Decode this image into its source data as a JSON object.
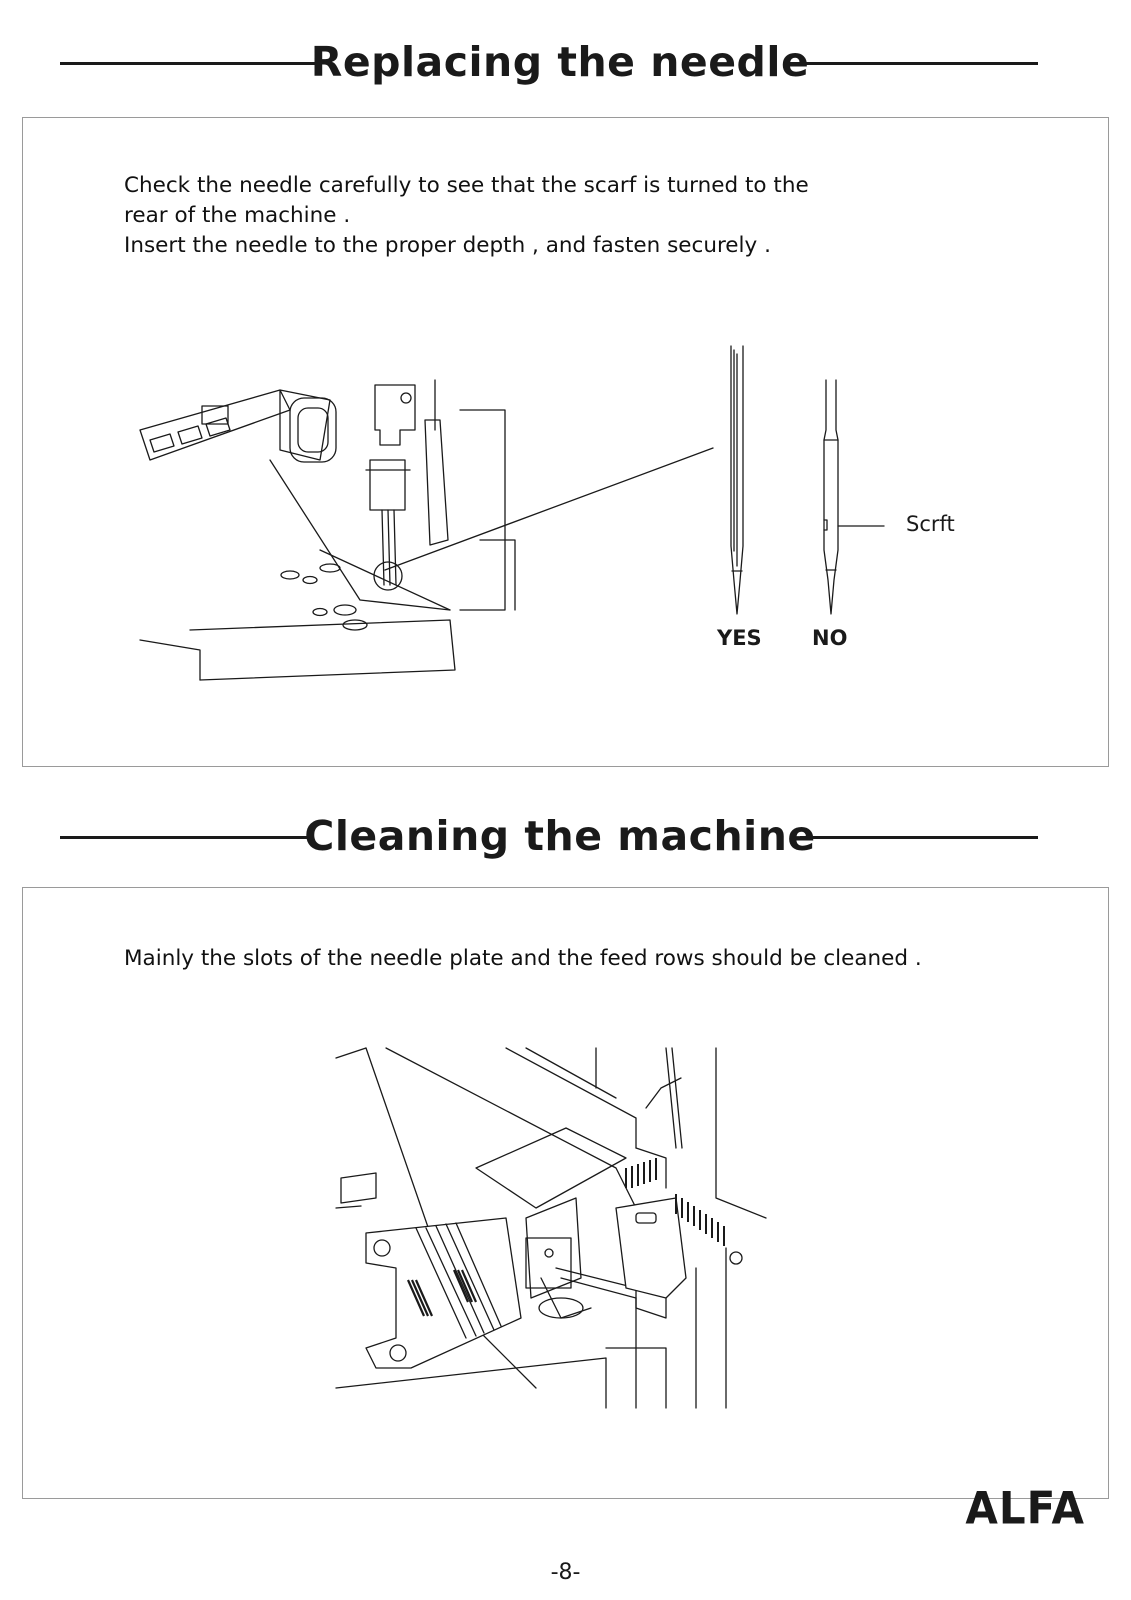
{
  "sections": [
    {
      "title": "Replacing the needle",
      "instructions": [
        "Check the needle carefully to see that the scarf is turned to the",
        "rear of the machine .",
        "Insert the needle to the proper depth , and fasten securely ."
      ],
      "figure": {
        "labels": {
          "yes": "YES",
          "no": "NO",
          "scarf": "Scrft"
        }
      }
    },
    {
      "title": "Cleaning the machine",
      "instructions": [
        "Mainly the slots of the needle plate and the feed rows should be cleaned ."
      ]
    }
  ],
  "brand": {
    "logo_text": "ALFA"
  },
  "page_number": "-8-"
}
